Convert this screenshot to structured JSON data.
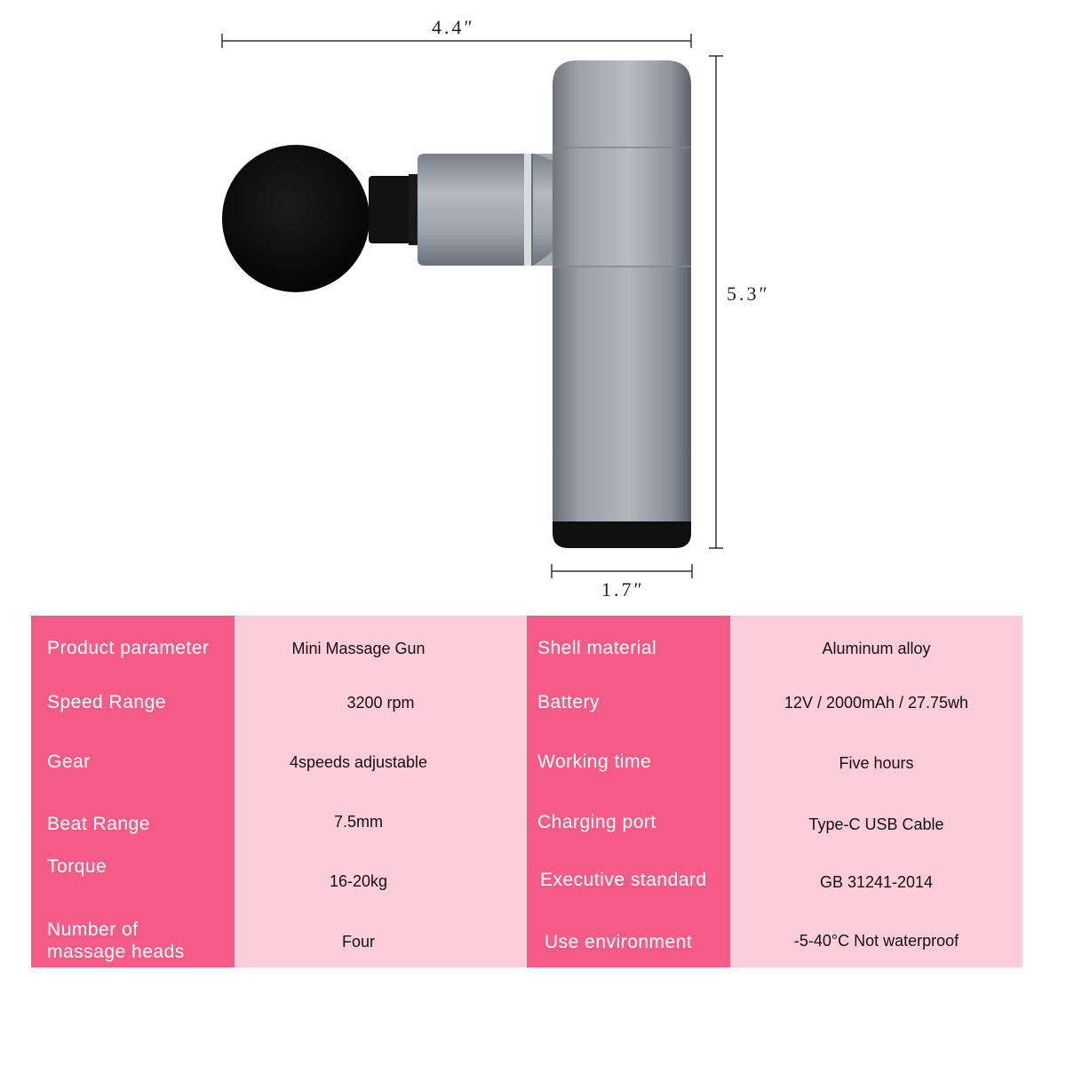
{
  "dimensions": {
    "width": "4.4″",
    "height": "5.3″",
    "diameter": "1.7″"
  },
  "colors": {
    "label_bg": "#f45c87",
    "value_bg": "#fdcdd9",
    "body_gray": "#9aa0a8",
    "head_black": "#0c0c0c"
  },
  "specs_left": [
    {
      "label": "Product parameter",
      "value": "Mini Massage Gun"
    },
    {
      "label": "Speed Range",
      "value": "3200 rpm"
    },
    {
      "label": "Gear",
      "value": "4speeds adjustable"
    },
    {
      "label": "Beat Range",
      "value": "7.5mm"
    },
    {
      "label": "Torque",
      "value": "16-20kg"
    },
    {
      "label": "Number of massage heads",
      "value": "Four"
    }
  ],
  "specs_right": [
    {
      "label": "Shell material",
      "value": "Aluminum alloy"
    },
    {
      "label": "Battery",
      "value": "12V / 2000mAh / 27.75wh"
    },
    {
      "label": "Working time",
      "value": "Five hours"
    },
    {
      "label": "Charging port",
      "value": "Type-C USB Cable"
    },
    {
      "label": "Executive standard",
      "value": "GB 31241-2014"
    },
    {
      "label": "Use environment",
      "value": "-5-40°C Not waterproof"
    }
  ]
}
